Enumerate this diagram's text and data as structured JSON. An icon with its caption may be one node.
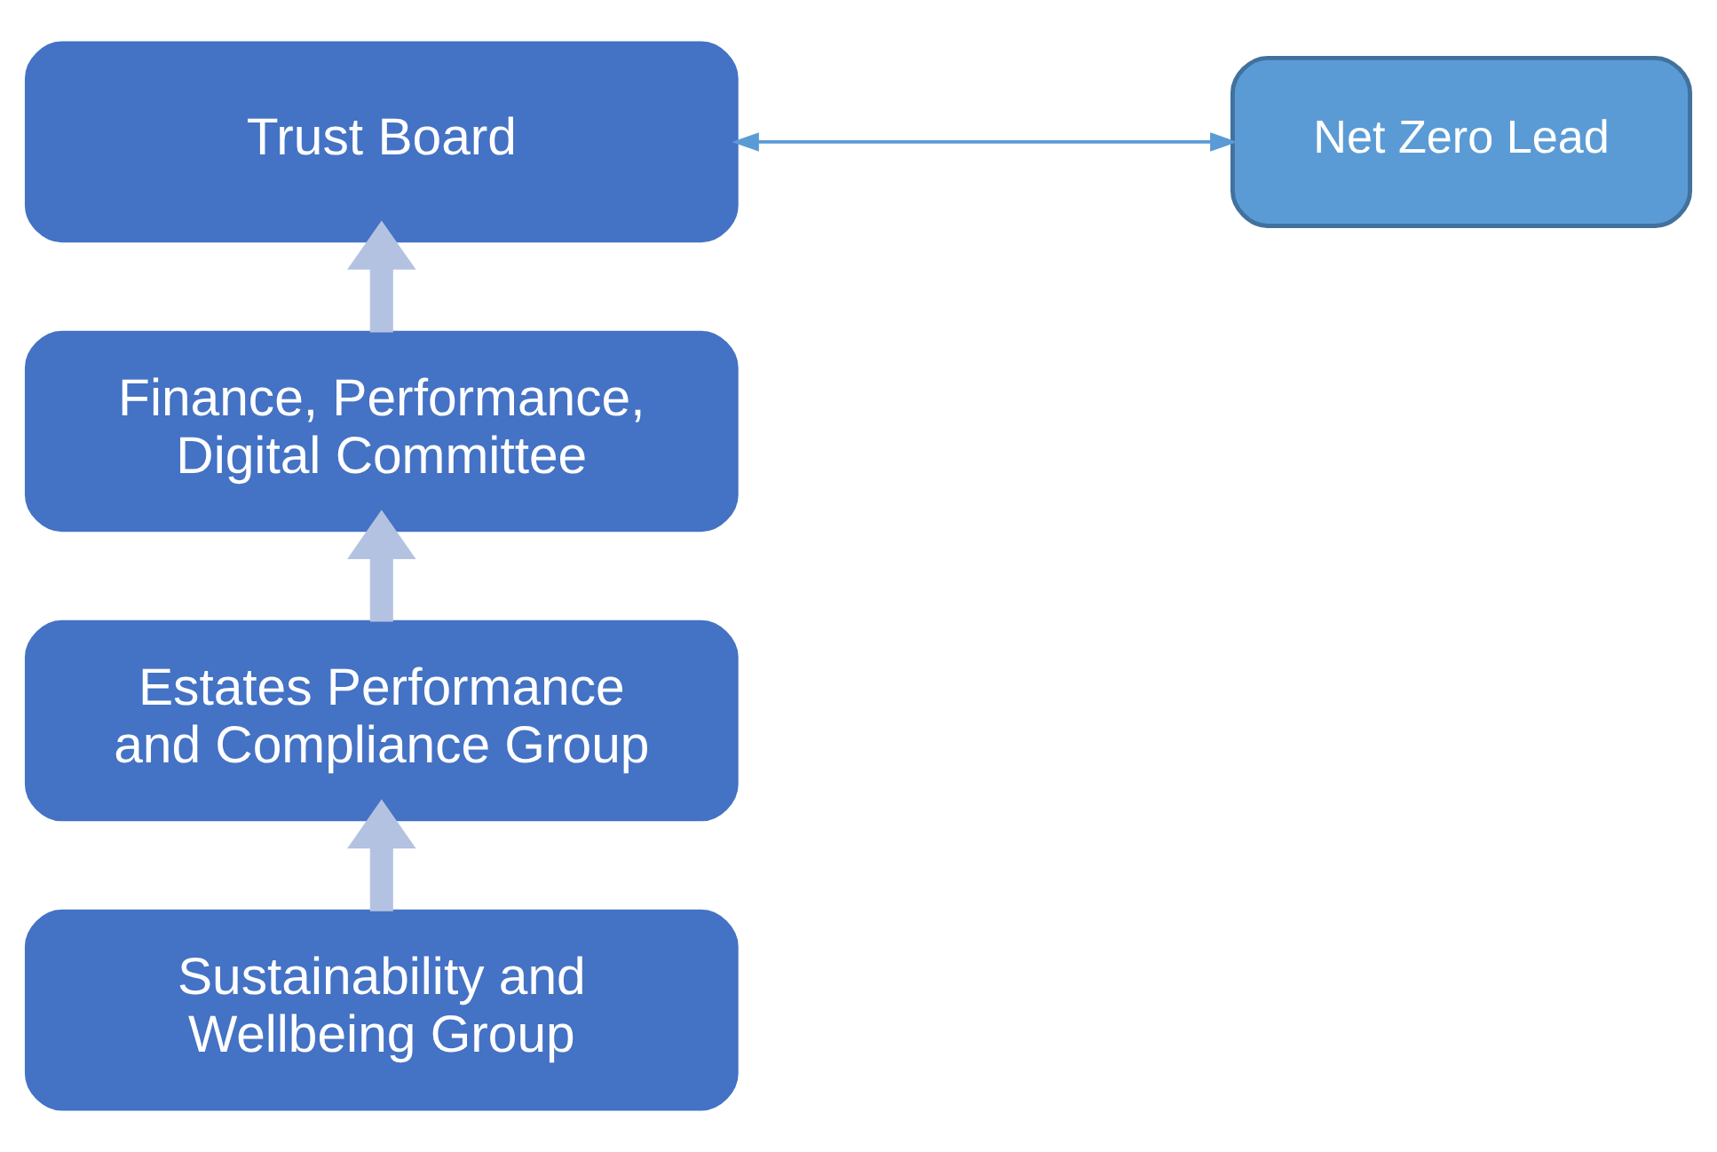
{
  "diagram": {
    "nodes": [
      {
        "text": [
          "Trust Board"
        ]
      },
      {
        "text": [
          "Net Zero Lead"
        ]
      },
      {
        "text": [
          "Finance, Performance, Digital Committee"
        ]
      },
      {
        "text": [
          "Estates Performance and Compliance Group"
        ]
      },
      {
        "text": [
          "Sustainability and Wellbeing Group"
        ]
      }
    ],
    "edges": [
      {
        "from": 0,
        "to": 1,
        "arrow": "both",
        "color": "#5b9bd5"
      },
      {
        "from": 2,
        "to": 0,
        "arrow": "to"
      },
      {
        "from": 3,
        "to": 2,
        "arrow": "to"
      },
      {
        "from": 4,
        "to": 3,
        "arrow": "to"
      }
    ]
  }
}
